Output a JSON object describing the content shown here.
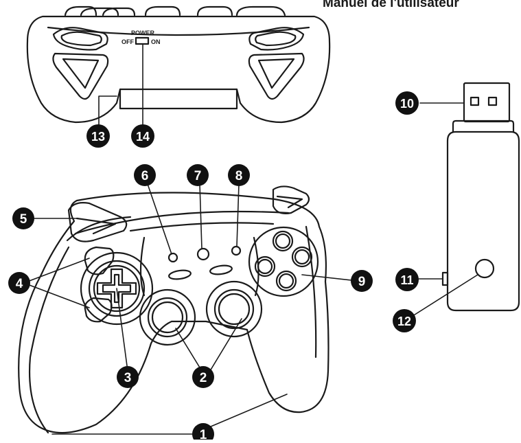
{
  "title": "Manuel de l'utilisateur",
  "switch": {
    "heading": "POWER",
    "off": "OFF",
    "on": "ON"
  },
  "callouts": [
    {
      "id": "c1",
      "number": "1"
    },
    {
      "id": "c2",
      "number": "2"
    },
    {
      "id": "c3",
      "number": "3"
    },
    {
      "id": "c4",
      "number": "4"
    },
    {
      "id": "c5",
      "number": "5"
    },
    {
      "id": "c6",
      "number": "6"
    },
    {
      "id": "c7",
      "number": "7"
    },
    {
      "id": "c8",
      "number": "8"
    },
    {
      "id": "c9",
      "number": "9"
    },
    {
      "id": "c10",
      "number": "10"
    },
    {
      "id": "c11",
      "number": "11"
    },
    {
      "id": "c12",
      "number": "12"
    },
    {
      "id": "c13",
      "number": "13"
    },
    {
      "id": "c14",
      "number": "14"
    }
  ],
  "colors": {
    "line": "#1a1a1a",
    "callout_fill": "#111111",
    "callout_text": "#ffffff",
    "background": "#ffffff"
  }
}
